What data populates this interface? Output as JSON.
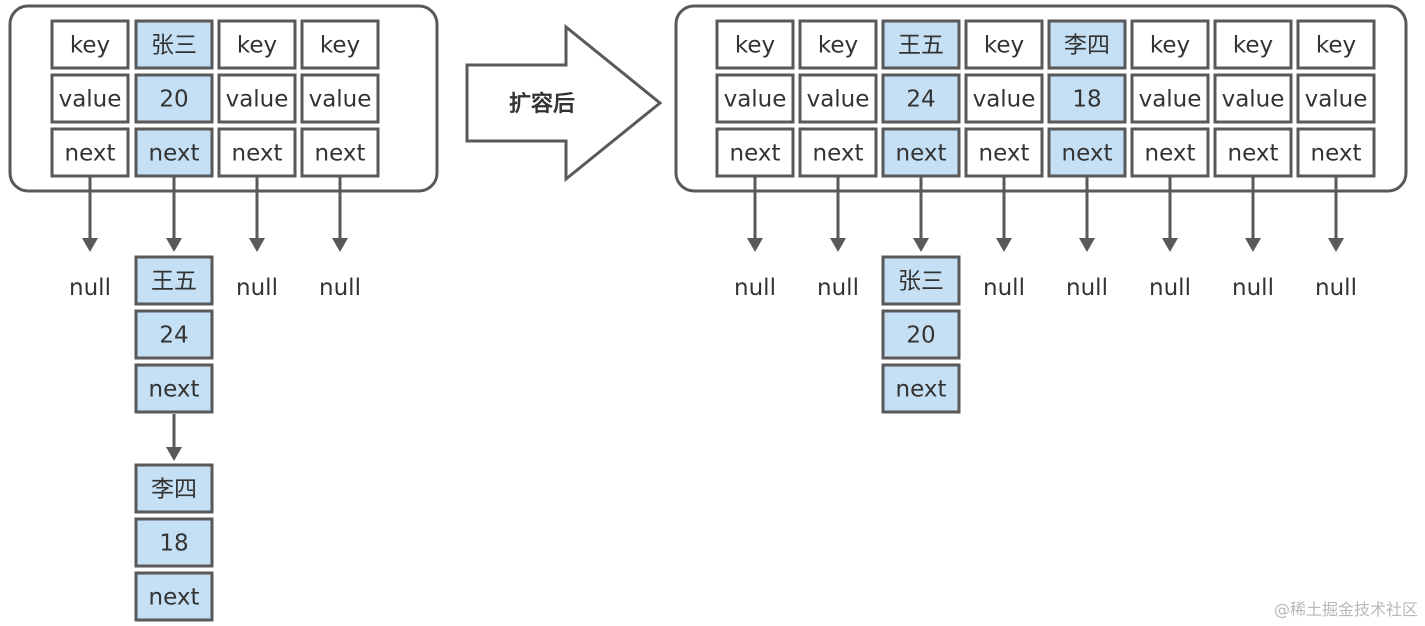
{
  "before": {
    "buckets": [
      {
        "key": "key",
        "value": "value",
        "next": "next",
        "highlight": false,
        "after": "null"
      },
      {
        "key": "张三",
        "value": "20",
        "next": "next",
        "highlight": true,
        "after": "chain"
      },
      {
        "key": "key",
        "value": "value",
        "next": "next",
        "highlight": false,
        "after": "null"
      },
      {
        "key": "key",
        "value": "value",
        "next": "next",
        "highlight": false,
        "after": "null"
      }
    ],
    "chain": [
      {
        "key": "王五",
        "value": "24",
        "next": "next"
      },
      {
        "key": "李四",
        "value": "18",
        "next": "next"
      }
    ]
  },
  "transition": {
    "label": "扩容后"
  },
  "after": {
    "buckets": [
      {
        "key": "key",
        "value": "value",
        "next": "next",
        "highlight": false,
        "after": "null"
      },
      {
        "key": "key",
        "value": "value",
        "next": "next",
        "highlight": false,
        "after": "null"
      },
      {
        "key": "王五",
        "value": "24",
        "next": "next",
        "highlight": true,
        "after": "chain"
      },
      {
        "key": "key",
        "value": "value",
        "next": "next",
        "highlight": false,
        "after": "null"
      },
      {
        "key": "李四",
        "value": "18",
        "next": "next",
        "highlight": true,
        "after": "null"
      },
      {
        "key": "key",
        "value": "value",
        "next": "next",
        "highlight": false,
        "after": "null"
      },
      {
        "key": "key",
        "value": "value",
        "next": "next",
        "highlight": false,
        "after": "null"
      },
      {
        "key": "key",
        "value": "value",
        "next": "next",
        "highlight": false,
        "after": "null"
      }
    ],
    "chain": [
      {
        "key": "张三",
        "value": "20",
        "next": "next"
      }
    ]
  },
  "null_label": "null",
  "watermark": "@稀土掘金技术社区",
  "colors": {
    "highlight": "#c5e0f5",
    "stroke": "#595959",
    "text": "#333333"
  }
}
